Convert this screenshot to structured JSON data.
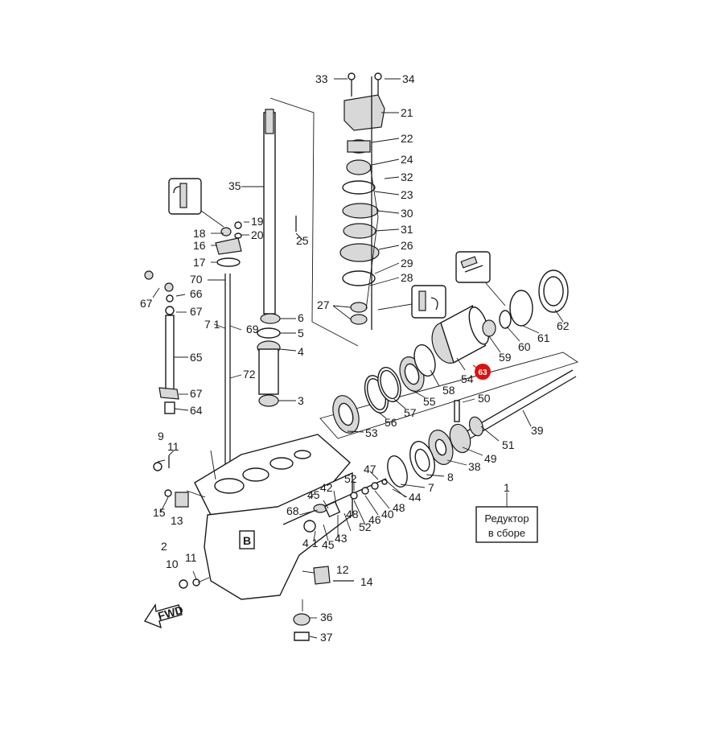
{
  "assembly_box": {
    "line1": "Редуктор",
    "line2": "в сборе",
    "ref": "1"
  },
  "highlighted_part": "63",
  "highlight_color": "#e01010",
  "fwd_label": "FWD",
  "hull_mark": "B",
  "labels": {
    "p33": "33",
    "p34": "34",
    "p21": "21",
    "p22": "22",
    "p24": "24",
    "p32": "32",
    "p23": "23",
    "p30": "30",
    "p31": "31",
    "p26": "26",
    "p29": "29",
    "p28": "28",
    "p27": "27",
    "p35": "35",
    "p19": "19",
    "p18": "18",
    "p20": "20",
    "p25": "25",
    "p16": "16",
    "p17": "17",
    "p70": "70",
    "p66": "66",
    "p67a": "67",
    "p67b": "67",
    "p67c": "67",
    "p71": "7 1",
    "p69": "69",
    "p6": "6",
    "p5": "5",
    "p4": "4",
    "p65": "65",
    "p72": "72",
    "p3": "3",
    "p64": "64",
    "p62": "62",
    "p61": "61",
    "p60": "60",
    "p59": "59",
    "p54": "54",
    "p58": "58",
    "p55": "55",
    "p57": "57",
    "p56": "56",
    "p53": "53",
    "p50": "50",
    "p39": "39",
    "p51": "51",
    "p49": "49",
    "p38": "38",
    "p8": "8",
    "p7": "7",
    "p44": "44",
    "p47": "47",
    "p52a": "52",
    "p48a": "48",
    "p40": "40",
    "p46": "46",
    "p42": "42",
    "p45a": "45",
    "p68": "68",
    "p48b": "48",
    "p52b": "52",
    "p43": "43",
    "p41": "4 1",
    "p45b": "45",
    "p9": "9",
    "p11a": "11",
    "p15": "15",
    "p13": "13",
    "p2": "2",
    "p10": "10",
    "p11b": "11",
    "p12": "12",
    "p14": "14",
    "p36": "36",
    "p37": "37"
  }
}
